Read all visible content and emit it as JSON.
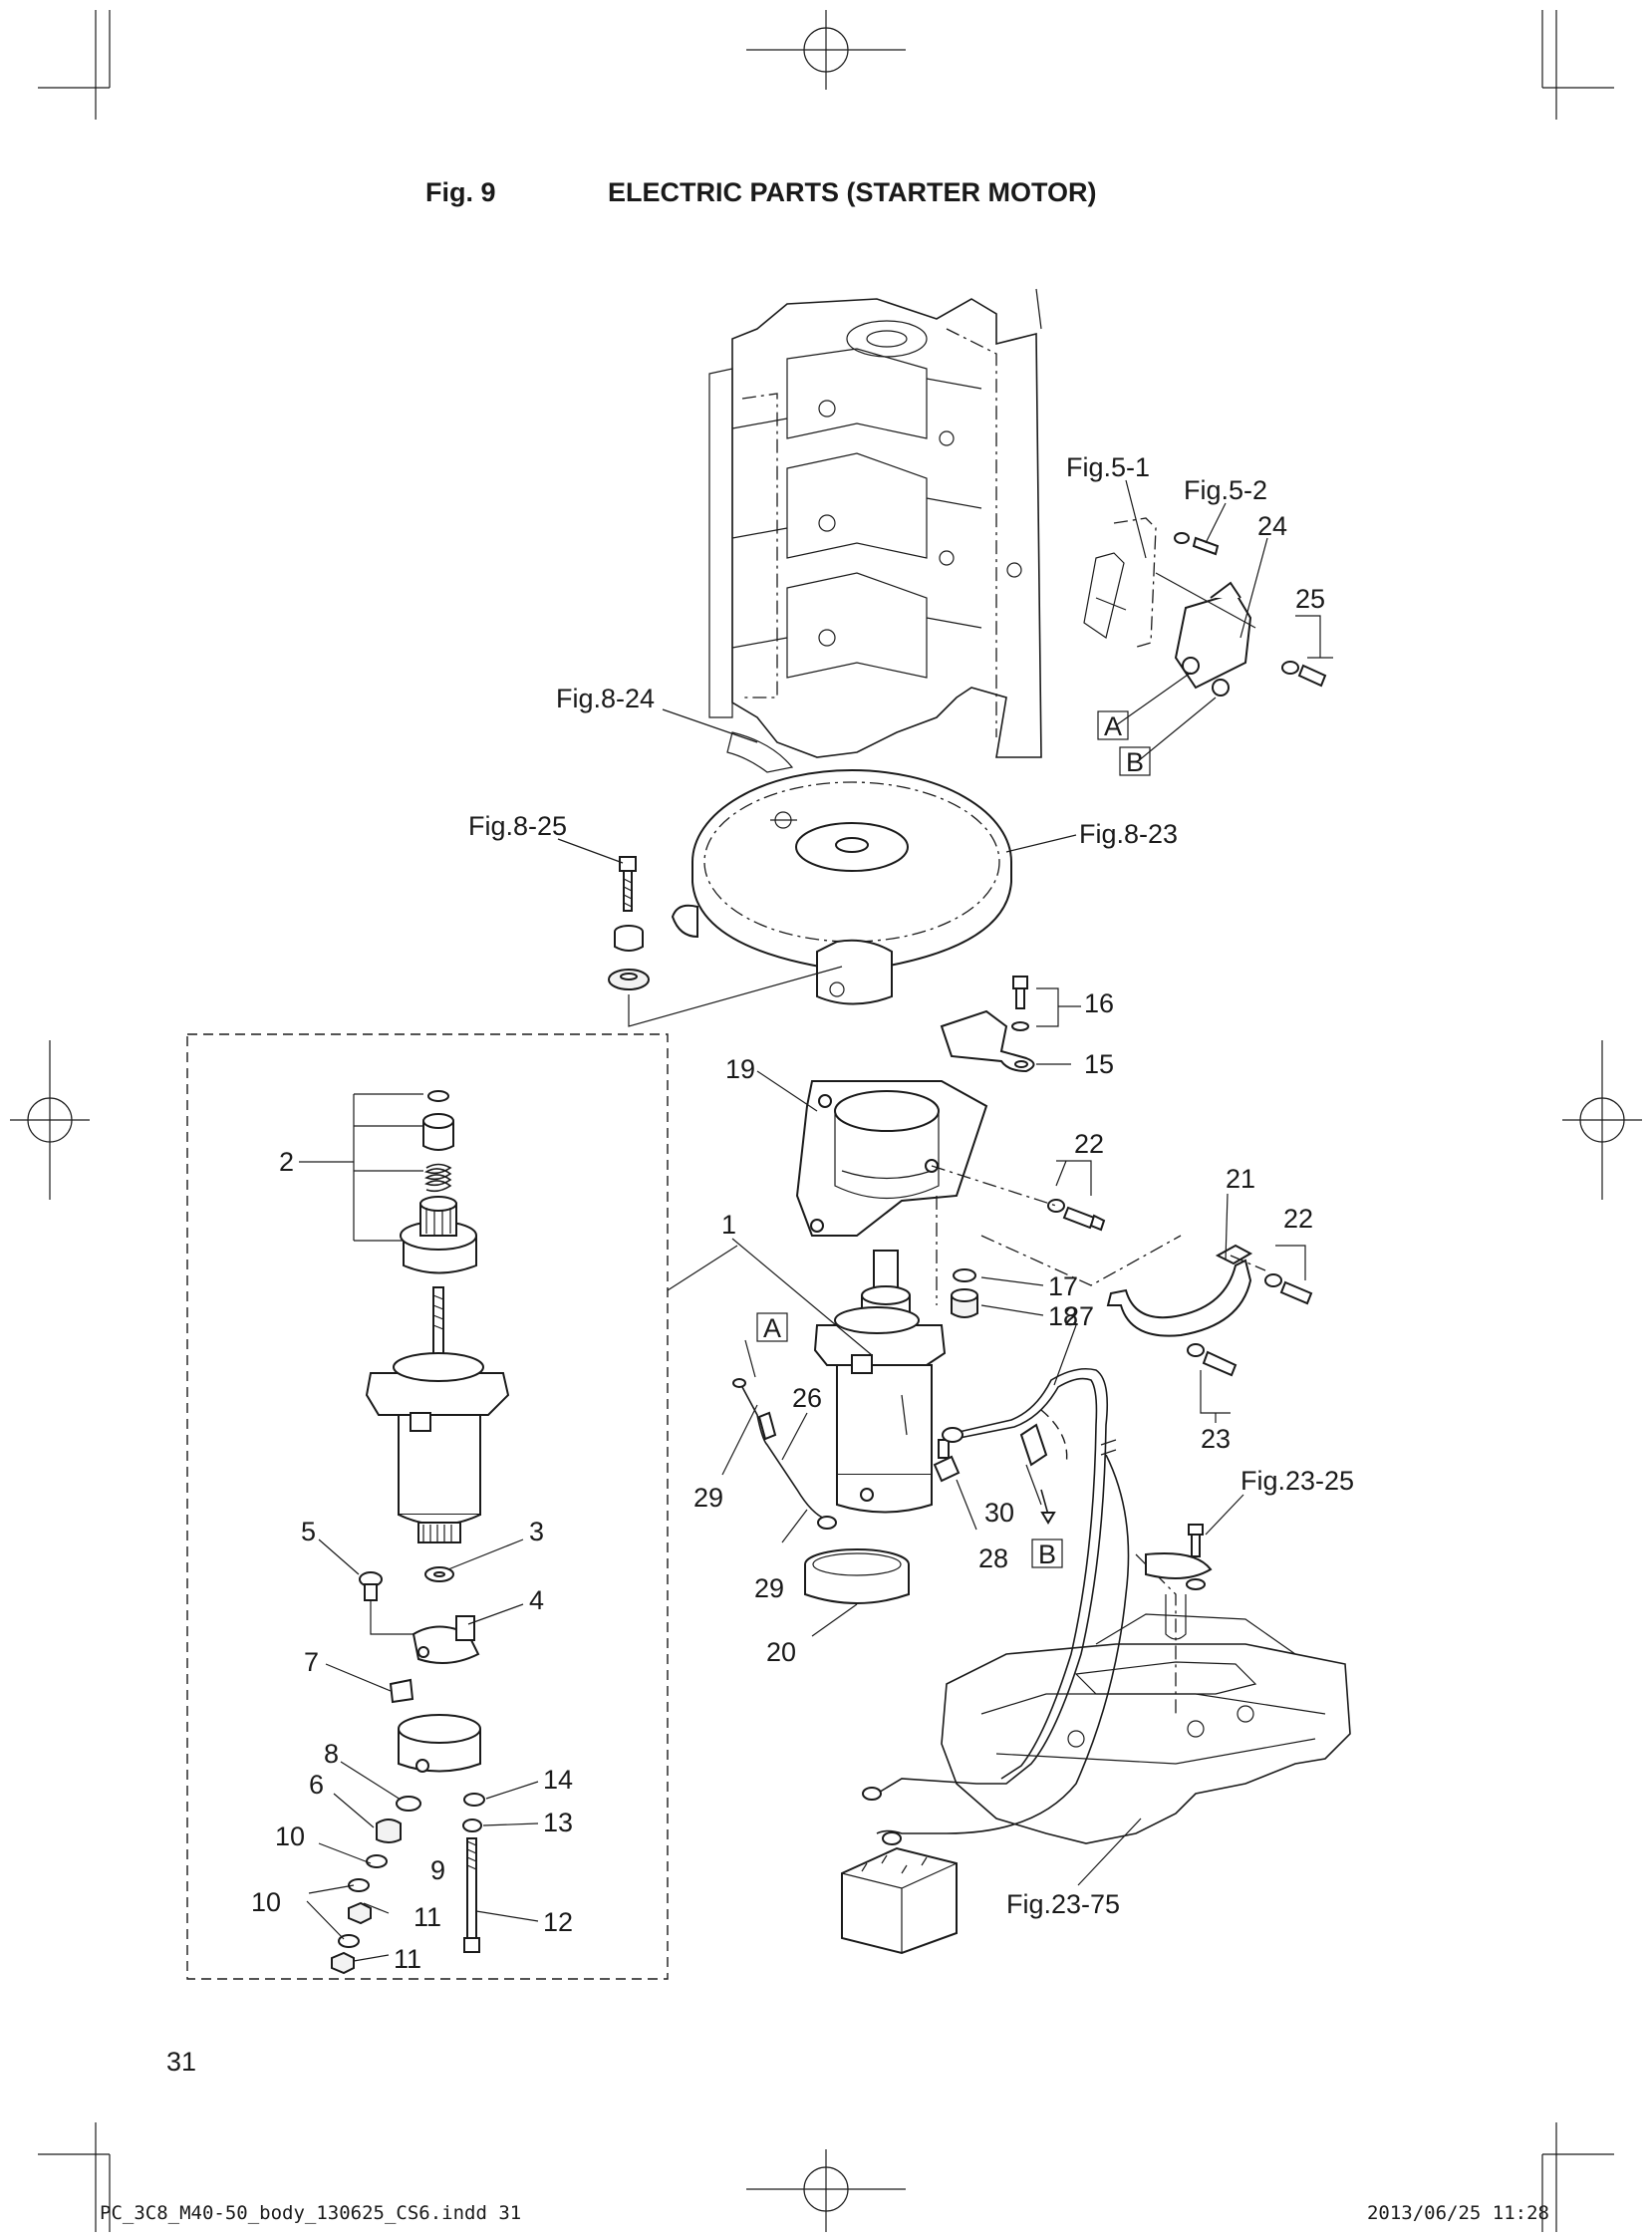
{
  "header": {
    "fig_number": "Fig. 9",
    "title": "ELECTRIC PARTS (STARTER MOTOR)"
  },
  "callouts": {
    "c1": "1",
    "c2": "2",
    "c3": "3",
    "c4": "4",
    "c5": "5",
    "c6": "6",
    "c7": "7",
    "c8": "8",
    "c9": "9",
    "c10a": "10",
    "c10b": "10",
    "c11a": "11",
    "c11b": "11",
    "c12": "12",
    "c13": "13",
    "c14": "14",
    "c15": "15",
    "c16": "16",
    "c17": "17",
    "c18": "18",
    "c19": "19",
    "c20": "20",
    "c21": "21",
    "c22a": "22",
    "c22b": "22",
    "c23": "23",
    "c24": "24",
    "c25": "25",
    "c26": "26",
    "c27": "27",
    "c28": "28",
    "c29a": "29",
    "c29b": "29",
    "c30": "30"
  },
  "references": {
    "fig5_1": "Fig.5-1",
    "fig5_2": "Fig.5-2",
    "fig8_24": "Fig.8-24",
    "fig8_25": "Fig.8-25",
    "fig8_23": "Fig.8-23",
    "fig23_25": "Fig.23-25",
    "fig23_75": "Fig.23-75"
  },
  "connectors": {
    "a_top": "A",
    "b_top": "B",
    "a_mid": "A",
    "b_mid": "B"
  },
  "page_number": "31",
  "footer": {
    "file": "PC_3C8_M40-50_body_130625_CS6.indd   31",
    "timestamp": "2013/06/25   11:28"
  }
}
